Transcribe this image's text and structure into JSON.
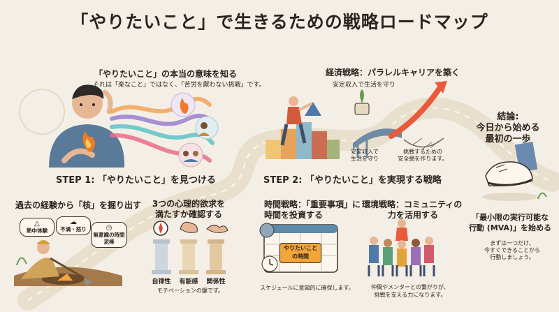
{
  "title": "「やりたいこと」で生きるための戦略ロードマップ",
  "section1": {
    "heading": "「やりたいこと」の本当の意味を知る",
    "subtext": "それは「楽なこと」ではなく、「苦労を厭わない挑戦」です。"
  },
  "step1": {
    "label": "STEP 1: 「やりたいこと」を見つける",
    "block_a": {
      "heading": "過去の経験から「核」を掘り出す",
      "badges": [
        "熱中体験",
        "不満・怒り",
        "無意識の時間泥棒"
      ]
    },
    "block_b": {
      "heading_line1": "3つの心理的欲求を",
      "heading_line2": "満たすか確認する",
      "pillars": [
        "自律性",
        "有能感",
        "関係性"
      ],
      "caption": "モチベーションの鍵です。"
    }
  },
  "economic": {
    "heading": "経済戦略：パラレルキャリアを築く",
    "top_note": "安定収入で生活を守り",
    "left_note_line1": "安定収入で",
    "left_note_line2": "生活を守り",
    "right_note_line1": "挑戦するための",
    "right_note_line2": "安全網を作ります。"
  },
  "step2": {
    "label": "STEP 2: 「やりたいこと」を実現する戦略",
    "time": {
      "heading_line1": "時間戦略：「重要事項」に",
      "heading_line2": "時間を投資する",
      "board_line1": "やりたいこと",
      "board_line2": "の時間",
      "caption": "スケジュールに意図的に確保します。"
    },
    "env": {
      "heading_line1": "環境戦略：コミュニティの",
      "heading_line2": "力を活用する",
      "caption_line1": "仲間やメンターとの繋がりが、",
      "caption_line2": "挑戦を支える力になります。"
    }
  },
  "conclusion": {
    "line1": "結論:",
    "line2": "今日から始める",
    "line3": "最初の一歩",
    "mva_line1": "「最小限の実行可能な",
    "mva_line2": "行動 (MVA)」を始める",
    "note_line1": "まずは一つだけ、",
    "note_line2": "今すぐできることから",
    "note_line3": "行動しましょう。"
  }
}
